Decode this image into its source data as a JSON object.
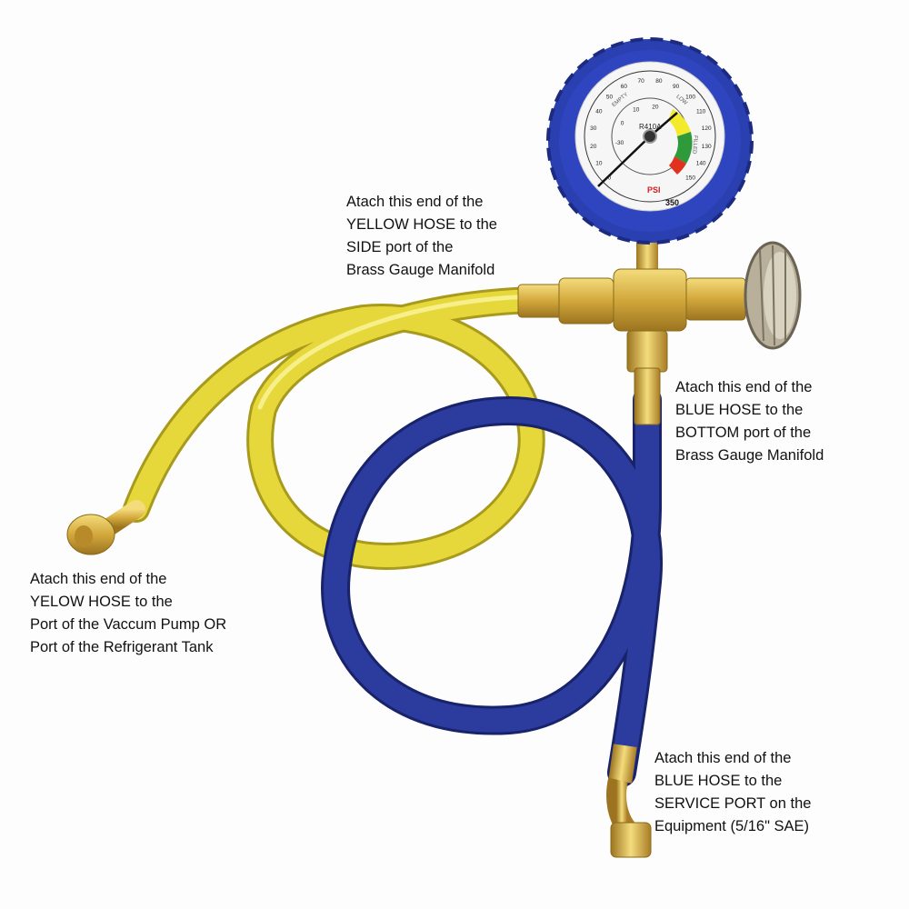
{
  "gauge": {
    "refrigerant": "R410A",
    "unit": "PSI",
    "outer_ticks": [
      "0",
      "10",
      "20",
      "30",
      "40",
      "50",
      "60",
      "70",
      "80",
      "90",
      "100",
      "110",
      "120",
      "130",
      "140",
      "150"
    ],
    "inner_ticks": [
      "-30",
      "0",
      "10",
      "20"
    ],
    "zones": [
      "EMPTY",
      "LOW",
      "FILLED"
    ],
    "max_label": "350",
    "colors": {
      "ring": "#2a3fb0",
      "yellow_zone": "#f2ea2a",
      "green_zone": "#2e9a3a",
      "red_zone": "#e0321f"
    }
  },
  "hoses": {
    "yellow": "#e6d83a",
    "blue": "#2b3b9e",
    "brass": "#d8b24a"
  },
  "labels": {
    "yellow_side": [
      "Atach this end of the",
      "YELLOW HOSE to the",
      "SIDE port of the",
      "Brass Gauge Manifold"
    ],
    "blue_bottom": [
      "Atach this end of the",
      "BLUE HOSE to the",
      "BOTTOM port of the",
      "Brass Gauge Manifold"
    ],
    "yellow_pump": [
      "Atach this end of the",
      "YELOW HOSE to the",
      "Port of the Vaccum Pump OR",
      "Port of the Refrigerant Tank"
    ],
    "blue_service": [
      "Atach this end of the",
      "BLUE HOSE to the",
      "SERVICE PORT on the",
      "Equipment (5/16\" SAE)"
    ]
  }
}
